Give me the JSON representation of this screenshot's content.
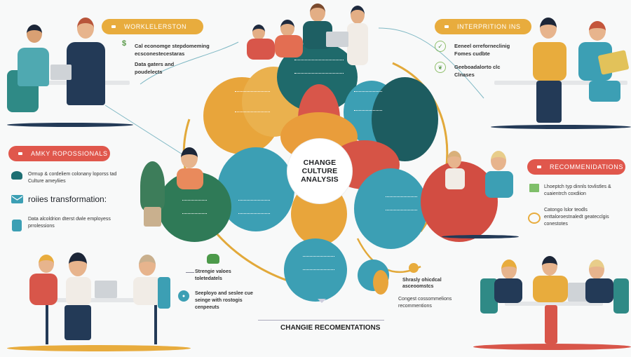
{
  "title": "CHANGE CULTURE ANALYSIS",
  "colors": {
    "teal": "#3c9fb4",
    "dark_teal": "#1e5f63",
    "orange": "#e8a53b",
    "red": "#d9574a",
    "green": "#3d7d5a",
    "navy": "#233a57",
    "pill_yellow": "#e8ac3d",
    "pill_red": "#e0574c"
  },
  "center": {
    "line1": "CHANGE",
    "line2": "CULTURE",
    "line3": "ANALYSIS"
  },
  "sections": {
    "top_left": {
      "label": "WORKLELERSTON",
      "items": [
        {
          "icon": "dollar-icon",
          "text": "Cal economge stepdomeming ecsconestecestaras"
        },
        {
          "icon": "none",
          "text": "Data gaters and poudelects"
        }
      ]
    },
    "top_right": {
      "label": "INTERPRITION INS",
      "items": [
        {
          "icon": "check-badge-icon",
          "text": "Eeneel orreforneclinig Fomes cudbte"
        },
        {
          "icon": "leaf-badge-icon",
          "text": "Geeboadalorto clc Clnases"
        }
      ]
    },
    "mid_left": {
      "label": "AMKY ROPOSSIONALS",
      "items": [
        {
          "icon": "team-icon",
          "text": "Ormup & cordeliem colonany loporss tad Culture ameyliies"
        },
        {
          "icon": "mail-icon",
          "text": "roiies transformation:"
        },
        {
          "icon": "document-icon",
          "text": "Data alcoldrion dterst dwle employess prrolessions"
        }
      ]
    },
    "mid_right": {
      "label": "RECOMMENIDATIONS",
      "items": [
        {
          "icon": "card-icon",
          "text": "Lhoeptch typ dinnls tovlistles & cuaientrch coxdiion"
        },
        {
          "icon": "handshake-icon",
          "text": "Catongo lslor teodls enttaloroestnaledt geatecclgis conestotes"
        }
      ]
    },
    "bottom_left": {
      "items": [
        {
          "icon": "people-icon",
          "text": "Strengie valoes toletedatels"
        },
        {
          "icon": "group-icon",
          "text": "Seeployo and seslee cue seinge with rostogis cenpeeuts"
        }
      ]
    },
    "bottom_right": {
      "items": [
        {
          "icon": "coin-icon",
          "text": "Shrasly ohicdcal asceoomstcs"
        },
        {
          "icon": "none",
          "text": "Congest cossommelions recommentions"
        }
      ]
    }
  },
  "footer": {
    "label": "CHANGIE RECOMENTATIONS"
  }
}
